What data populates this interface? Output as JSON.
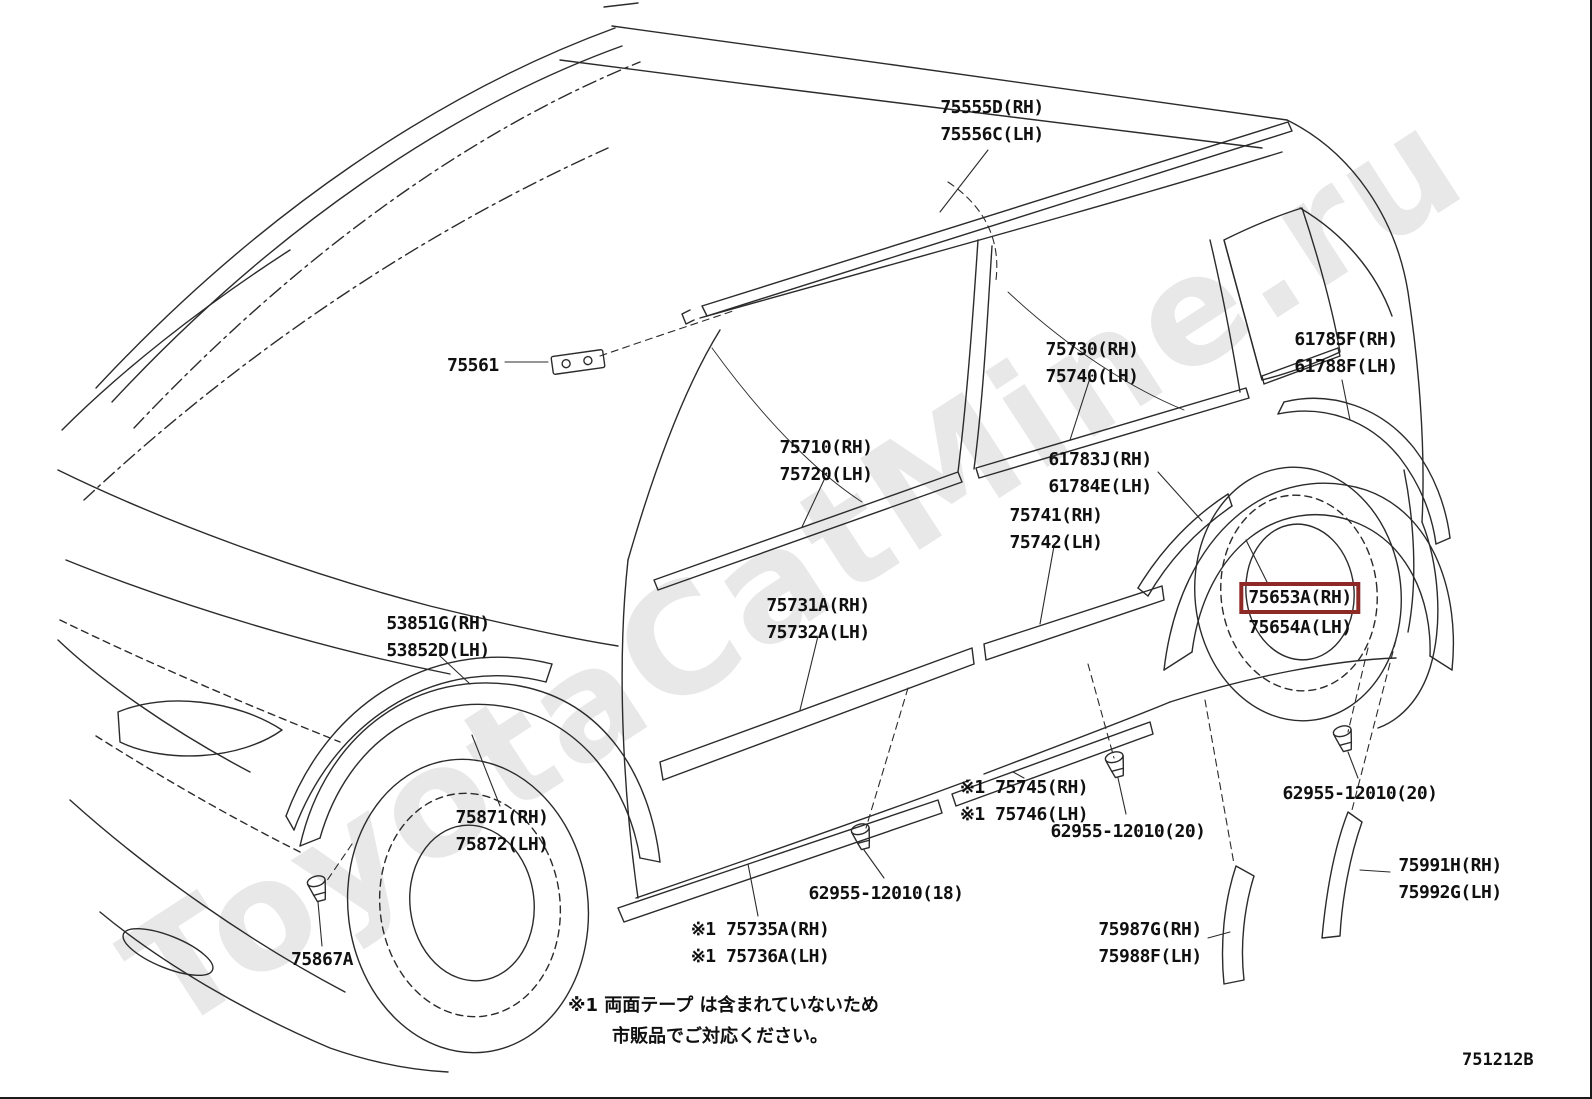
{
  "watermark": "ToyotaCatMine.ru",
  "diagram_code": "751212B",
  "highlight_color": "#8e2a26",
  "note": {
    "line1": "※1 両面テープ は含まれていないため",
    "line2": "市販品でご対応ください。"
  },
  "labels": {
    "roof_drip": {
      "line1": "75555D(RH)",
      "line2": "75556C(LH)"
    },
    "ws_clip": {
      "line1": "75561"
    },
    "rr_door_belt": {
      "line1": "75730(RH)",
      "line2": "75740(LH)"
    },
    "rr_arch": {
      "line1": "61785F(RH)",
      "line2": "61788F(LH)"
    },
    "fr_door_belt": {
      "line1": "75710(RH)",
      "line2": "75720(LH)"
    },
    "qtr_mldg": {
      "line1": "61783J(RH)",
      "line2": "61784E(LH)"
    },
    "rr_protector": {
      "line1": "75741(RH)",
      "line2": "75742(LH)"
    },
    "fr_protector": {
      "line1": "75731A(RH)",
      "line2": "75732A(LH)"
    },
    "fr_fender": {
      "line1": "53851G(RH)",
      "line2": "53852D(LH)"
    },
    "rr_ext": {
      "line1": "75653A(RH)",
      "line2": "75654A(LH)"
    },
    "fr_ext": {
      "line1": "75871(RH)",
      "line2": "75872(LH)"
    },
    "fr_clip": {
      "line1": "75867A"
    },
    "clip20_right": {
      "line1": "62955-12010(20)"
    },
    "clip20_mid": {
      "line1": "62955-12010(20)"
    },
    "rocker_rr": {
      "line1": "※1 75745(RH)",
      "line2": "※1 75746(LH)"
    },
    "clip18": {
      "line1": "62955-12010(18)"
    },
    "rocker_fr": {
      "line1": "※1 75735A(RH)",
      "line2": "※1 75736A(LH)"
    },
    "qtr_film": {
      "line1": "75987G(RH)",
      "line2": "75988F(LH)"
    },
    "rr_film": {
      "line1": "75991H(RH)",
      "line2": "75992G(LH)"
    }
  }
}
